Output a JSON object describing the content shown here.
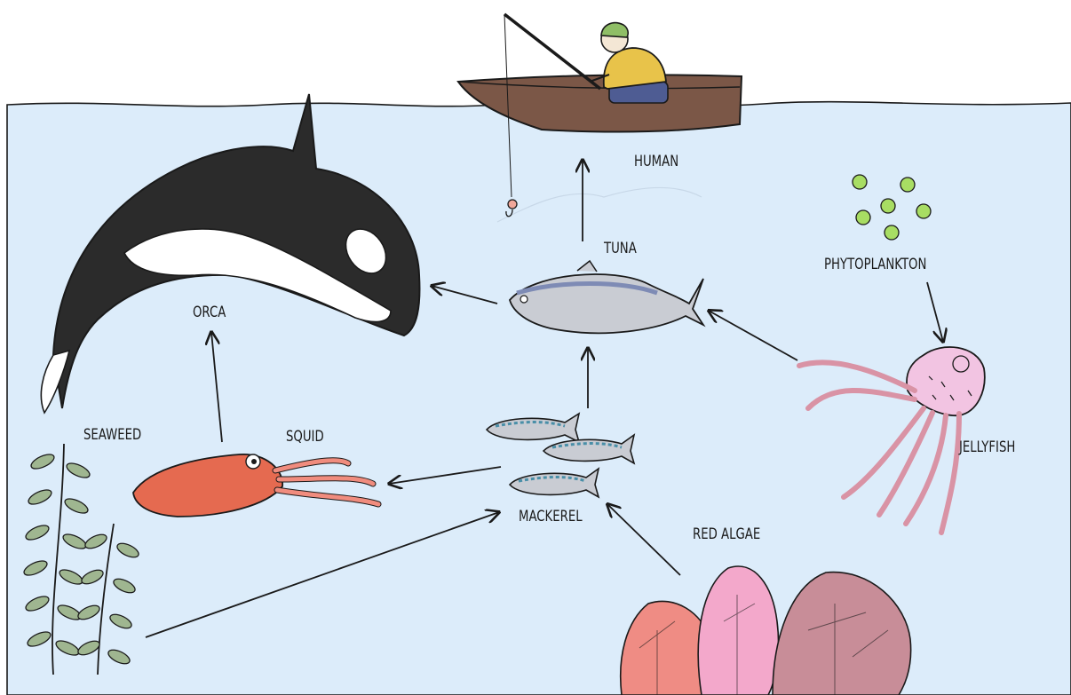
{
  "labels": {
    "human": "HUMAN",
    "tuna": "TUNA",
    "orca": "ORCA",
    "phytoplankton": "PHYTOPLANKTON",
    "seaweed": "SEAWEED",
    "squid": "SQUID",
    "jellyfish": "JELLYFISH",
    "mackerel": "MACKEREL",
    "red_algae": "RED ALGAE"
  },
  "colors": {
    "water": "#dcecfa",
    "sky": "#ffffff",
    "outline": "#1a1a1a",
    "boat": "#7b5747",
    "orca_black": "#2b2b2b",
    "fish_silver": "#c9ccd3",
    "fish_stripe": "#7e8bb5",
    "squid": "#e56a50",
    "jellyfish": "#f2c4e2",
    "tentacle": "#d993a5",
    "seaweed": "#9fb690",
    "plankton": "#a8dd63",
    "coral_salmon": "#ef8c84",
    "coral_pink": "#f3a8cb",
    "coral_mauve": "#c88d98"
  },
  "icons": [
    "human-fisher-icon",
    "boat-icon",
    "orca-icon",
    "tuna-icon",
    "mackerel-icon",
    "squid-icon",
    "jellyfish-icon",
    "phytoplankton-icon",
    "seaweed-icon",
    "red-algae-icon"
  ]
}
